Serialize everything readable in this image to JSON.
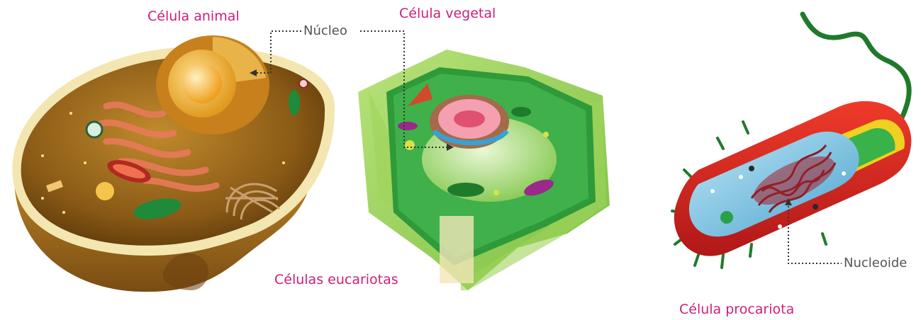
{
  "labels": {
    "animal_cell": "Célula animal",
    "plant_cell": "Célula vegetal",
    "eukaryotes": "Células eucariotas",
    "prokaryote": "Célula procariota"
  },
  "annotations": {
    "nucleus": "Núcleo",
    "nucleoid": "Nucleoide"
  },
  "colors": {
    "label": "#cc1f7a",
    "annotation": "#555555",
    "leader_line": "#333333"
  }
}
